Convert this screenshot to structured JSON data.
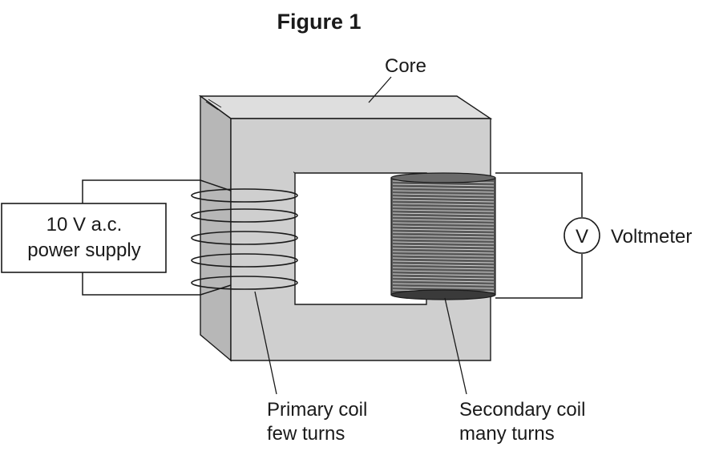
{
  "figure": {
    "title": "Figure 1"
  },
  "labels": {
    "core": "Core",
    "power_line1": "10 V a.c.",
    "power_line2": "power supply",
    "voltmeter_symbol": "V",
    "voltmeter": "Voltmeter",
    "primary_line1": "Primary coil",
    "primary_line2": "few turns",
    "secondary_line1": "Secondary coil",
    "secondary_line2": "many turns"
  },
  "colors": {
    "core_front": "#cfcfcf",
    "core_side": "#b7b7b7",
    "core_top": "#dedede",
    "line": "#1a1a1a",
    "secondary_coil": "#3a3a3a"
  }
}
